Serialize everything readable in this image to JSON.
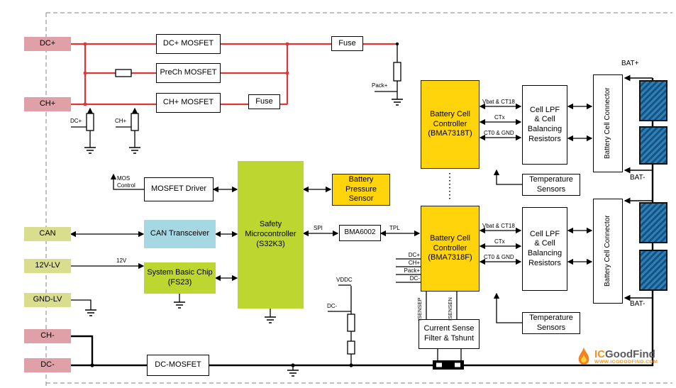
{
  "ports": {
    "dc_plus": "DC+",
    "ch_plus": "CH+",
    "can": "CAN",
    "lv12": "12V-LV",
    "gnd_lv": "GND-LV",
    "ch_minus": "CH-",
    "dc_minus": "DC-"
  },
  "blocks": {
    "dc_plus_mosfet": "DC+ MOSFET",
    "prech_mosfet": "PreCh MOSFET",
    "ch_plus_mosfet": "CH+ MOSFET",
    "fuse_main": "Fuse",
    "fuse_charge": "Fuse",
    "mosfet_driver": "MOSFET Driver",
    "can_transceiver": "CAN Transceiver",
    "system_basic_chip": "System Basic Chip\n(FS23)",
    "safety_mcu": "Safety\nMicrocontroller\n(S32K3)",
    "battery_pressure_sensor": "Battery\nPressure\nSensor",
    "bma6002": "BMA6002",
    "bcc_top": "Battery Cell\nController\n(BMA7318T)",
    "bcc_bottom": "Battery Cell\nController\n(BMA7318F)",
    "cell_lpf_top": "Cell LPF\n& Cell\nBalancing\nResistors",
    "cell_lpf_bottom": "Cell LPF\n& Cell\nBalancing\nResistors",
    "cell_connector_top": "Battery Cell Connector",
    "cell_connector_bottom": "Battery Cell Connector",
    "temp_sensors_top": "Temperature\nSensors",
    "temp_sensors_bottom": "Temperature\nSensors",
    "current_sense": "Current Sense\nFilter & Tshunt",
    "dc_minus_mosfet": "DC-MOSFET"
  },
  "labels": {
    "dc_plus_sense": "DC+",
    "ch_plus_sense": "CH+",
    "pack_plus": "Pack+",
    "mos_control": "MOS\nControl",
    "v12": "12V",
    "spi": "SPI",
    "tpl": "TPL",
    "vddc": "VDDC",
    "dc_minus_tap": "DC-",
    "isensep": "ISENSEP",
    "isensen": "ISENSEN",
    "bat_plus": "BAT+",
    "bat_minus_top_group": "BAT-",
    "bat_minus_bottom_group": "BAT-"
  },
  "bcc_pins": [
    "Vbat & CT18",
    "CTx",
    "CT0 & GND"
  ],
  "bcc_bottom_inputs": [
    "DC+",
    "CH+",
    "Pack+",
    "DC-"
  ],
  "watermark": {
    "brand_prefix": "IC",
    "brand_suffix": "GoodFind",
    "url": "WWW.ICGOODFIND.COM"
  },
  "colors": {
    "power_port_pink": "#dfa0a8",
    "signal_port_green": "#d9dd8e",
    "mcu_green": "#bed630",
    "controller_yellow": "#ffd40a",
    "transceiver_blue": "#a6d8e4",
    "wire_red": "#e03535",
    "battery_cell_blue": "#2f7fb5",
    "brand_orange": "#f7941d"
  }
}
